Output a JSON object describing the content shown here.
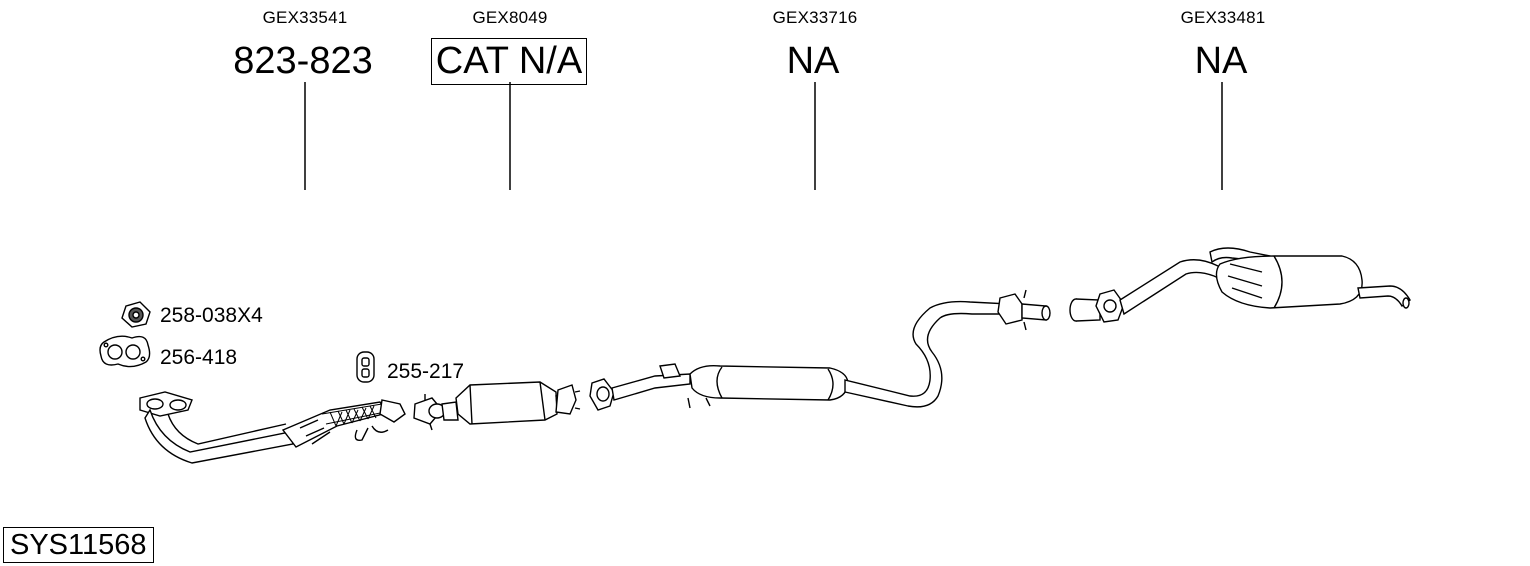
{
  "components": [
    {
      "ref": "GEX33541",
      "code": "823-823",
      "boxed": false
    },
    {
      "ref": "GEX8049",
      "code": "CAT N/A",
      "boxed": true
    },
    {
      "ref": "GEX33716",
      "code": "NA",
      "boxed": false
    },
    {
      "ref": "GEX33481",
      "code": "NA",
      "boxed": false
    }
  ],
  "accessories": [
    {
      "label": "258-038X4",
      "icon": "nut-icon"
    },
    {
      "label": "256-418",
      "icon": "gasket-icon"
    },
    {
      "label": "255-217",
      "icon": "hanger-icon"
    }
  ],
  "system_code": "SYS11568"
}
